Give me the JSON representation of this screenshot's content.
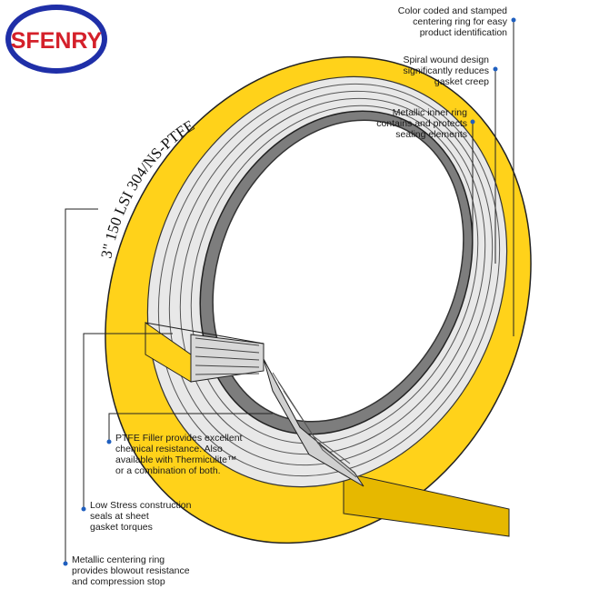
{
  "logo": {
    "text": "SFENRY",
    "ring_color": "#1f2fa8",
    "text_color": "#d4202a"
  },
  "ring_print": "3\" 150  LSI 304/NS-PTFE",
  "colors": {
    "outer_ring": "#ffd21a",
    "outer_ring_dark": "#e0b000",
    "winding_light": "#e6e6e6",
    "winding_dark": "#555555",
    "inner_ring": "#8a8a8a",
    "dot": "#1f5fbf",
    "line": "#222222"
  },
  "callouts": {
    "color_coded": "Color coded and stamped\ncentering ring for easy\nproduct identification",
    "spiral_wound": "Spiral wound design\nsignificantly reduces\ngasket creep",
    "metallic_inner": "Metallic inner ring\ncontains and protects\nsealing elements",
    "ptfe_filler": "PTFE Filler provides excellent\nchemical resistance. Also\navailable with Thermiculite™\nor a combination of both.",
    "low_stress": "Low Stress construction\nseals at sheet\ngasket torques",
    "centering_ring": "Metallic centering ring\nprovides blowout resistance\nand compression stop"
  }
}
